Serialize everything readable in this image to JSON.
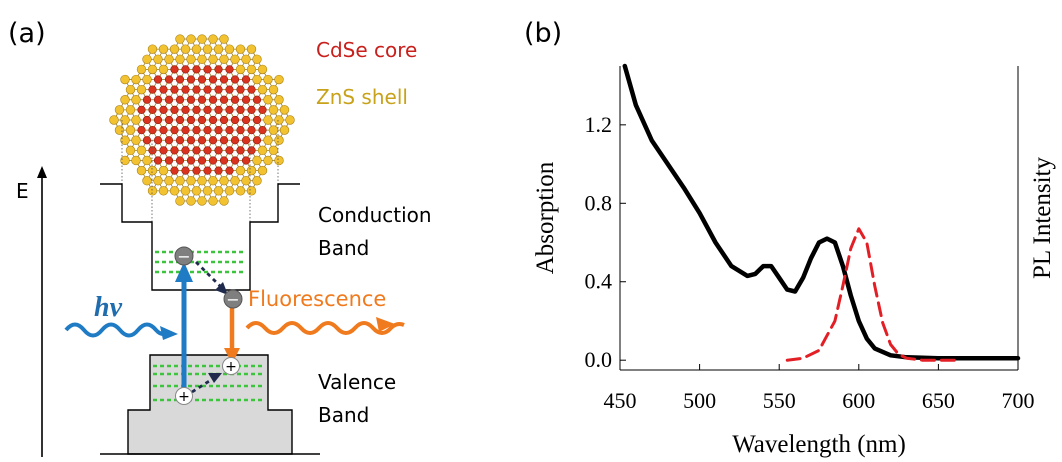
{
  "panel_a": {
    "label": "(a)",
    "core_label": "CdSe core",
    "shell_label": "ZnS shell",
    "energy_axis_label": "E",
    "conduction_label_line1": "Conduction",
    "conduction_label_line2": "Band",
    "valence_label_line1": "Valence",
    "valence_label_line2": "Band",
    "excitation_label": "hν",
    "emission_label": "Fluorescence",
    "electron_symbol": "−",
    "hole_symbol": "+",
    "colors": {
      "core": "#d9331f",
      "shell": "#f2c230",
      "core_text": "#c8201c",
      "shell_text": "#c8a21a",
      "excitation": "#1f7bc4",
      "emission": "#f07a1e",
      "levels": "#3cc43c",
      "valence_fill": "#d9d9d9"
    }
  },
  "panel_b": {
    "label": "(b)"
  },
  "chart_data": {
    "type": "line",
    "xlabel": "Wavelength (nm)",
    "ylabel": "Absorption",
    "y2label": "PL Intensity",
    "xlim": [
      450,
      700
    ],
    "ylim": [
      -0.05,
      1.5
    ],
    "xticks": [
      450,
      500,
      550,
      600,
      650,
      700
    ],
    "xtick_labels": [
      "450",
      "500",
      "550",
      "600",
      "650",
      "700"
    ],
    "yticks": [
      0.0,
      0.4,
      0.8,
      1.2
    ],
    "ytick_labels": [
      "0.0",
      "0.4",
      "0.8",
      "1.2"
    ],
    "grid": false,
    "series": [
      {
        "color": "#000000",
        "dashed": false,
        "x": [
          453,
          460,
          470,
          480,
          490,
          500,
          510,
          520,
          530,
          535,
          540,
          545,
          550,
          555,
          560,
          565,
          570,
          575,
          580,
          585,
          590,
          595,
          600,
          605,
          610,
          620,
          630,
          650,
          680,
          700
        ],
        "y": [
          1.5,
          1.3,
          1.12,
          1.0,
          0.88,
          0.75,
          0.6,
          0.48,
          0.43,
          0.44,
          0.48,
          0.48,
          0.42,
          0.36,
          0.35,
          0.42,
          0.52,
          0.6,
          0.62,
          0.6,
          0.48,
          0.33,
          0.2,
          0.11,
          0.06,
          0.025,
          0.015,
          0.01,
          0.01,
          0.01
        ]
      },
      {
        "color": "#e31f26",
        "dashed": true,
        "x": [
          555,
          565,
          575,
          585,
          590,
          595,
          600,
          605,
          610,
          615,
          620,
          625,
          630,
          640,
          650,
          660
        ],
        "y": [
          0.0,
          0.01,
          0.05,
          0.2,
          0.38,
          0.57,
          0.67,
          0.6,
          0.38,
          0.19,
          0.08,
          0.03,
          0.01,
          0.0,
          0.0,
          0.0
        ]
      }
    ]
  }
}
